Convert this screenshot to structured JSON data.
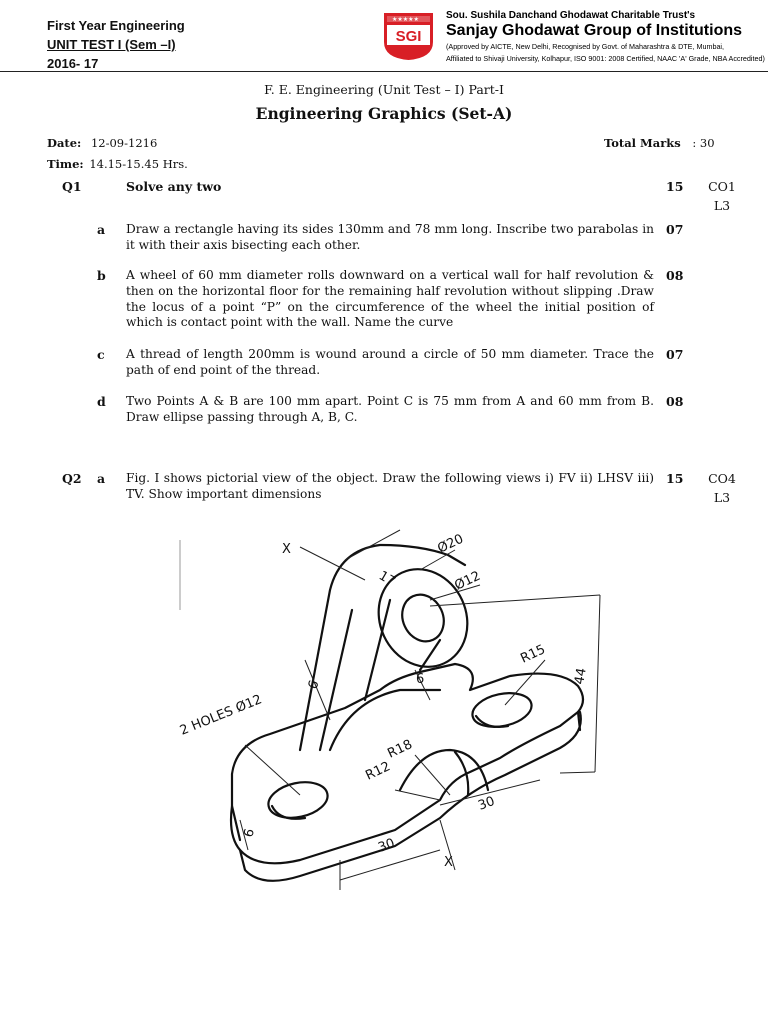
{
  "header": {
    "course": "First Year Engineering",
    "test": "UNIT TEST I (Sem –I)",
    "year": "2016- 17",
    "logo_text": "SGI",
    "trust": "Sou. Sushila Danchand Ghodawat Charitable Trust's",
    "institution": "Sanjay Ghodawat Group of Institutions",
    "approval_1": "(Approved by AICTE, New Delhi, Recognised by Govt. of Maharashtra & DTE, Mumbai,",
    "approval_2": "Affiliated to Shivaji University, Kolhapur, ISO 9001: 2008 Certified, NAAC 'A' Grade, NBA Accredited)"
  },
  "paper": {
    "subtitle": "F. E. Engineering (Unit Test – I) Part-I",
    "title": "Engineering Graphics (Set-A)",
    "date_label": "Date:",
    "date_value": "12-09-1216",
    "time_label": "Time:",
    "time_value": "14.15-15.45 Hrs.",
    "total_label": "Total Marks",
    "total_value": ": 30"
  },
  "q1": {
    "num": "Q1",
    "heading": "Solve any two",
    "marks": "15",
    "co": "CO1",
    "level": "L3",
    "parts": [
      {
        "letter": "a",
        "text": "Draw a rectangle having its sides 130mm and 78 mm long. Inscribe two parabolas in it with their axis bisecting each other.",
        "marks": "07"
      },
      {
        "letter": "b",
        "text": "A wheel of 60 mm diameter rolls downward on a vertical wall for half revolution & then on the horizontal floor for the remaining half revolution without slipping .Draw the locus of a point “P” on the circumference of the wheel the initial position of which  is contact point with the wall. Name the curve",
        "marks": "08"
      },
      {
        "letter": "c",
        "text": "A thread of length 200mm is wound around a circle of 50 mm diameter. Trace the path of end point of the thread.",
        "marks": "07"
      },
      {
        "letter": "d",
        "text": "Two Points A & B are 100 mm apart. Point C is 75 mm from A and 60 mm from B. Draw ellipse passing through A, B, C.",
        "marks": "08"
      }
    ]
  },
  "q2": {
    "num": "Q2",
    "letter": "a",
    "text": "Fig. I shows pictorial view of the object. Draw the following views i) FV ii) LHSV iii) TV. Show important dimensions",
    "marks": "15",
    "co": "CO4",
    "level": "L3"
  },
  "figure": {
    "dims": [
      "X",
      "17",
      "Ø20",
      "Ø12",
      "6",
      "6",
      "R15",
      "44",
      "2 HOLES Ø12",
      "R18",
      "R12",
      "30",
      "30",
      "6",
      "X"
    ]
  }
}
